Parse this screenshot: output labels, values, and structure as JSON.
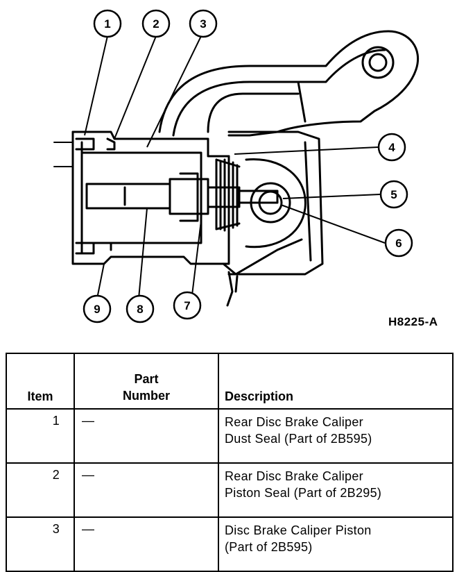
{
  "figure_id": "H8225-A",
  "callouts": [
    "1",
    "2",
    "3",
    "4",
    "5",
    "6",
    "7",
    "8",
    "9"
  ],
  "table": {
    "headers": {
      "item": "Item",
      "part_number_line1": "Part",
      "part_number_line2": "Number",
      "description": "Description"
    },
    "rows": [
      {
        "item": "1",
        "part_number": "—",
        "description_line1": "Rear Disc Brake Caliper",
        "description_line2": "Dust Seal (Part of 2B595)"
      },
      {
        "item": "2",
        "part_number": "—",
        "description_line1": "Rear Disc Brake Caliper",
        "description_line2": "Piston Seal (Part of 2B295)"
      },
      {
        "item": "3",
        "part_number": "—",
        "description_line1": "Disc Brake Caliper Piston",
        "description_line2": "(Part of 2B595)"
      }
    ]
  }
}
